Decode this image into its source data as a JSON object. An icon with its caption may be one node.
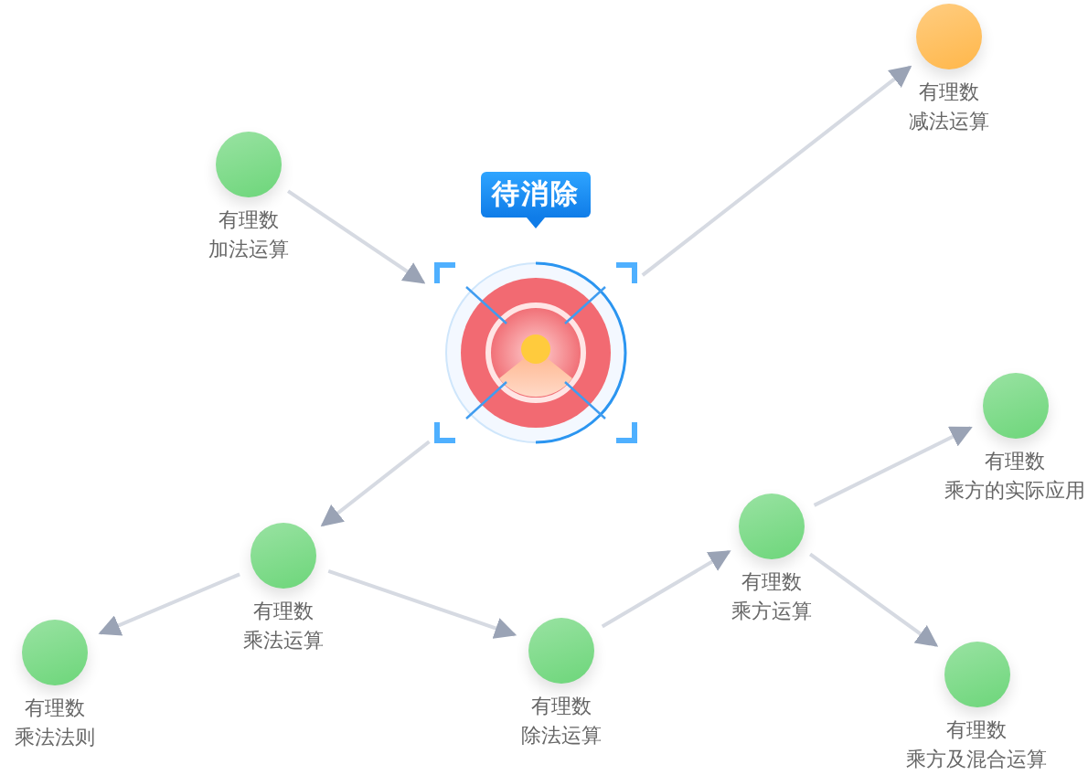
{
  "diagram": {
    "nodes": [
      {
        "text": [
          "待消除"
        ]
      },
      {
        "text": [
          "有理数",
          "加法运算"
        ]
      },
      {
        "text": [
          "有理数",
          "减法运算"
        ]
      },
      {
        "text": [
          "有理数",
          "乘方的实际应用"
        ]
      },
      {
        "text": [
          "有理数",
          "乘法运算"
        ]
      },
      {
        "text": [
          "有理数",
          "乘方运算"
        ]
      },
      {
        "text": [
          "有理数",
          "乘法法则"
        ]
      },
      {
        "text": [
          "有理数",
          "除法运算"
        ]
      },
      {
        "text": [
          "有理数",
          "乘方及混合运算"
        ]
      }
    ],
    "edges": [
      {
        "from": 1,
        "to": 0,
        "arrow": "to"
      },
      {
        "from": 0,
        "to": 2,
        "arrow": "to"
      },
      {
        "from": 0,
        "to": 4,
        "arrow": "to"
      },
      {
        "from": 4,
        "to": 6,
        "arrow": "to"
      },
      {
        "from": 4,
        "to": 7,
        "arrow": "to"
      },
      {
        "from": 7,
        "to": 5,
        "arrow": "to"
      },
      {
        "from": 5,
        "to": 3,
        "arrow": "to"
      },
      {
        "from": 5,
        "to": 8,
        "arrow": "to"
      }
    ]
  }
}
